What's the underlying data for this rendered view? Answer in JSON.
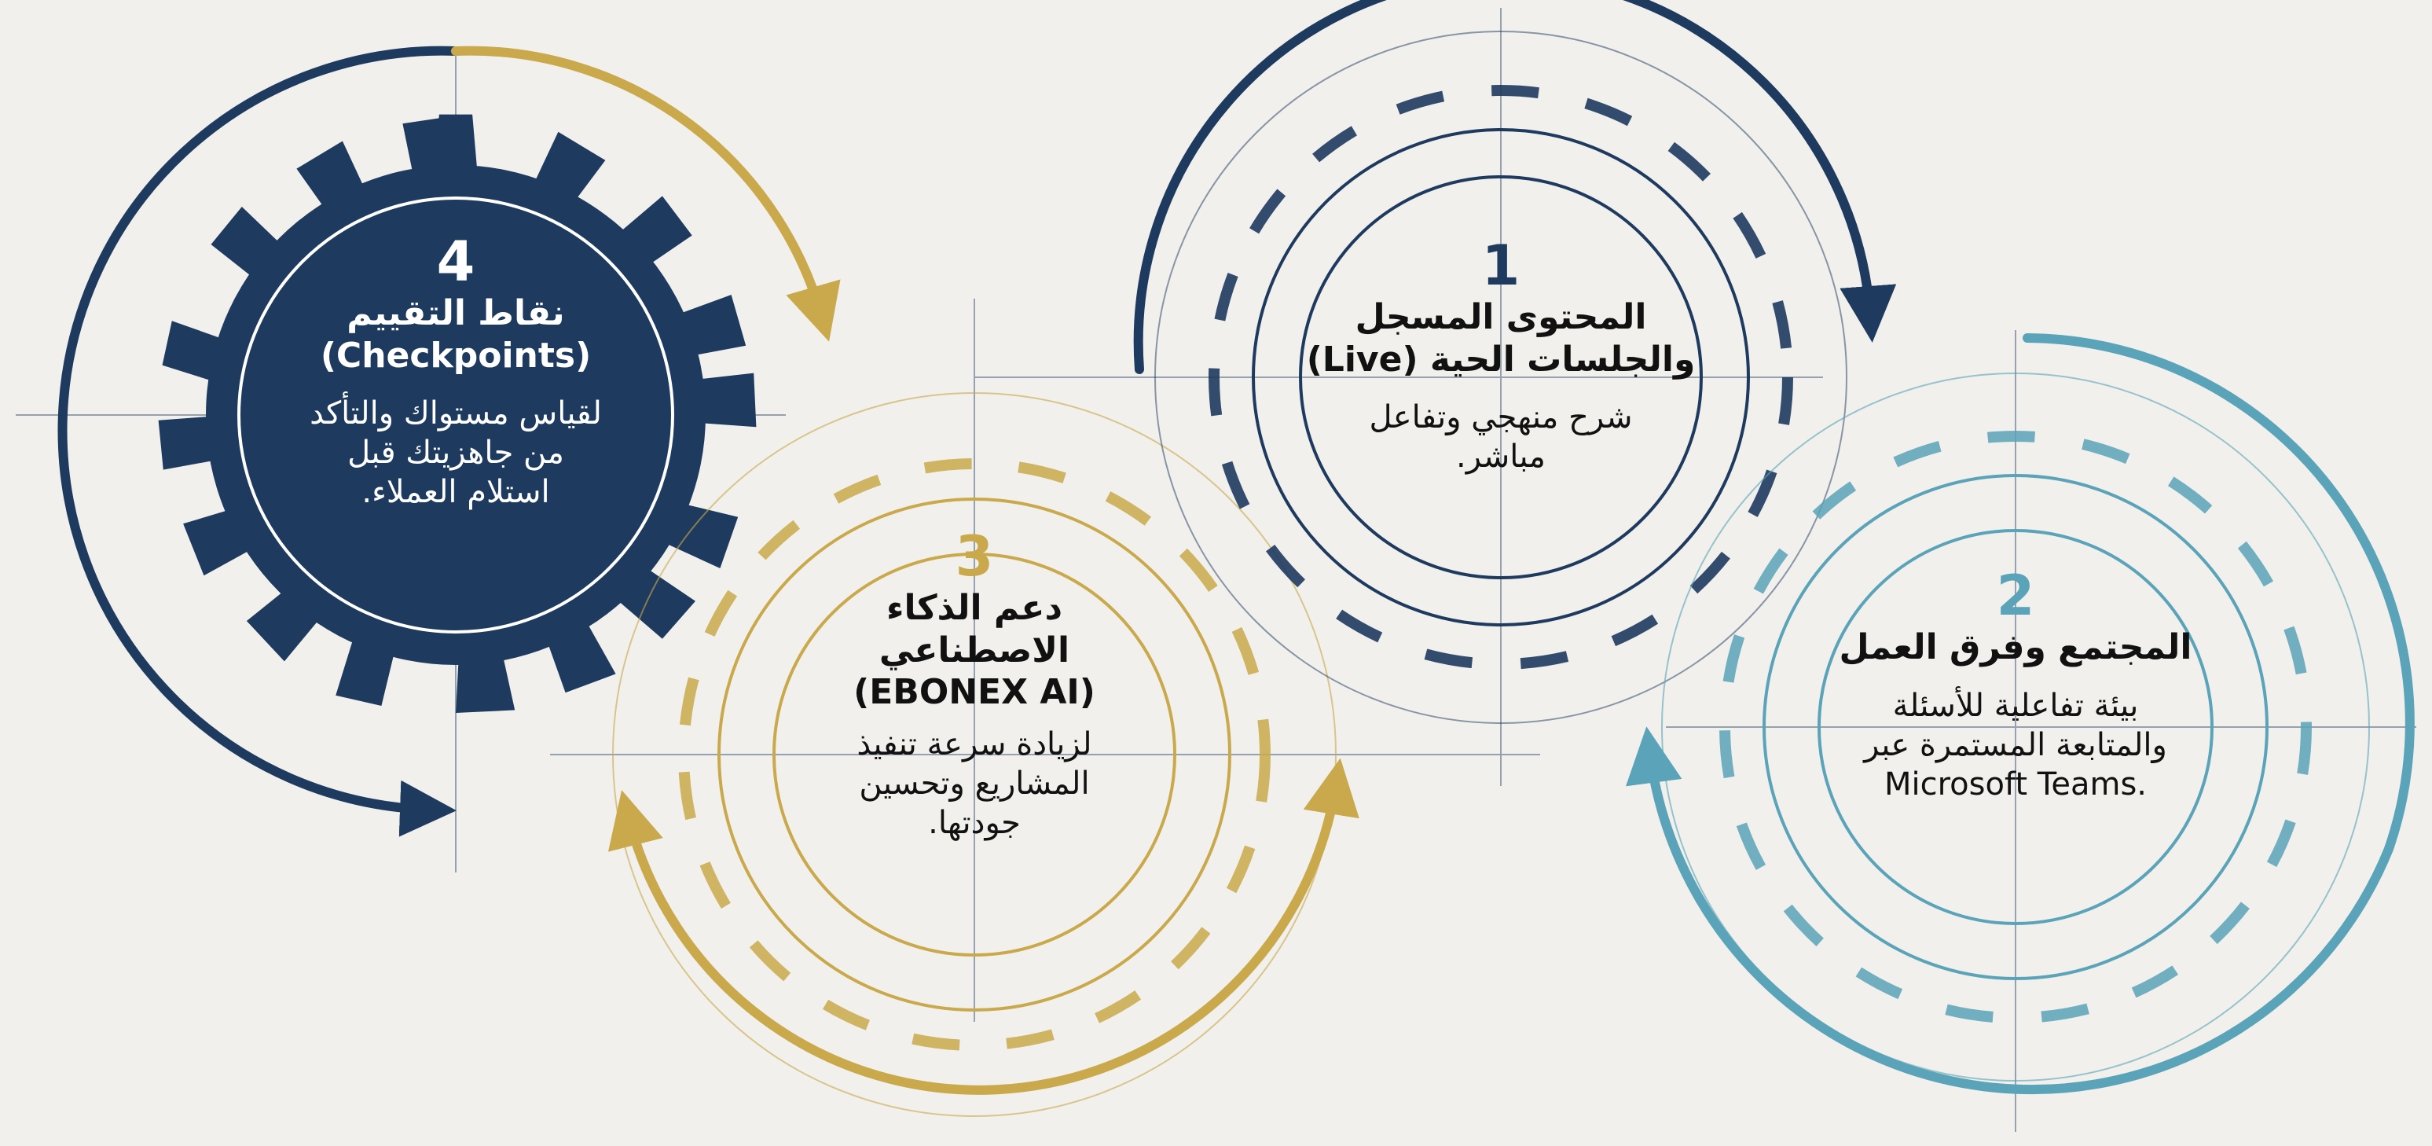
{
  "colors": {
    "background": "#f1f0ec",
    "navy": "#1e3a5f",
    "gold": "#c9a94c",
    "teal": "#5aa3b8",
    "guide": "#7f8ea3",
    "white": "#ffffff"
  },
  "gears": [
    {
      "id": "gear-1",
      "number": "1",
      "title_line1": "المحتوى المسجل",
      "title_line2": "والجلسات الحية (Live)",
      "desc_line1": "شرح منهجي وتفاعل",
      "desc_line2": "مباشر."
    },
    {
      "id": "gear-2",
      "number": "2",
      "title_line1": "المجتمع وفرق العمل",
      "desc_line1": "بيئة تفاعلية للأسئلة",
      "desc_line2": "والمتابعة المستمرة عبر",
      "desc_line3": "Microsoft Teams."
    },
    {
      "id": "gear-3",
      "number": "3",
      "title_line1": "دعم الذكاء",
      "title_line2": "الاصطناعي",
      "title_line3": "(EBONEX AI)",
      "desc_line1": "لزيادة سرعة تنفيذ",
      "desc_line2": "المشاريع وتحسين",
      "desc_line3": "جودتها."
    },
    {
      "id": "gear-4",
      "number": "4",
      "title_line1": "نقاط التقييم",
      "title_line2": "(Checkpoints)",
      "desc_line1": "لقياس مستواك والتأكد",
      "desc_line2": "من جاهزيتك قبل",
      "desc_line3": "استلام العملاء."
    }
  ]
}
